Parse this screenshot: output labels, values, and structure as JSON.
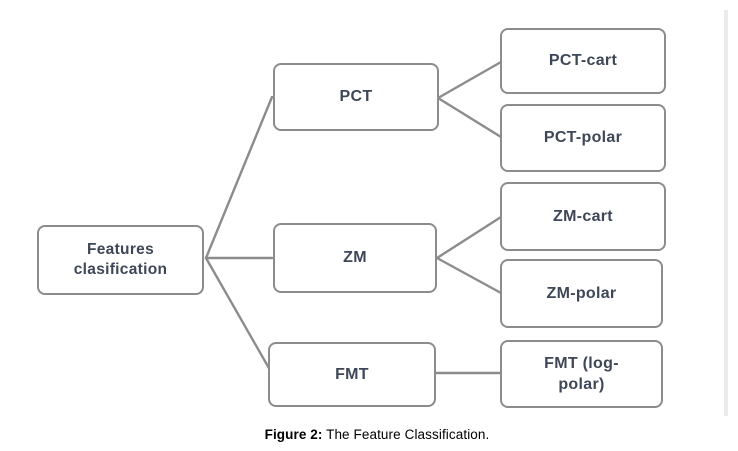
{
  "diagram": {
    "root": {
      "label": "Features\nclasification"
    },
    "level1": [
      {
        "label": "PCT"
      },
      {
        "label": "ZM"
      },
      {
        "label": "FMT"
      }
    ],
    "level2": [
      {
        "label": "PCT-cart"
      },
      {
        "label": "PCT-polar"
      },
      {
        "label": "ZM-cart"
      },
      {
        "label": "ZM-polar"
      },
      {
        "label": "FMT (log-\npolar)"
      }
    ],
    "colors": {
      "box_border": "#8C8C8C",
      "connector": "#8C8C8C",
      "label_text": "#3E4757",
      "caption_text": "#000000",
      "page_edge": "#EBEBEB"
    }
  },
  "caption": {
    "prefix": "Figure 2:",
    "text": " The Feature Classification."
  }
}
